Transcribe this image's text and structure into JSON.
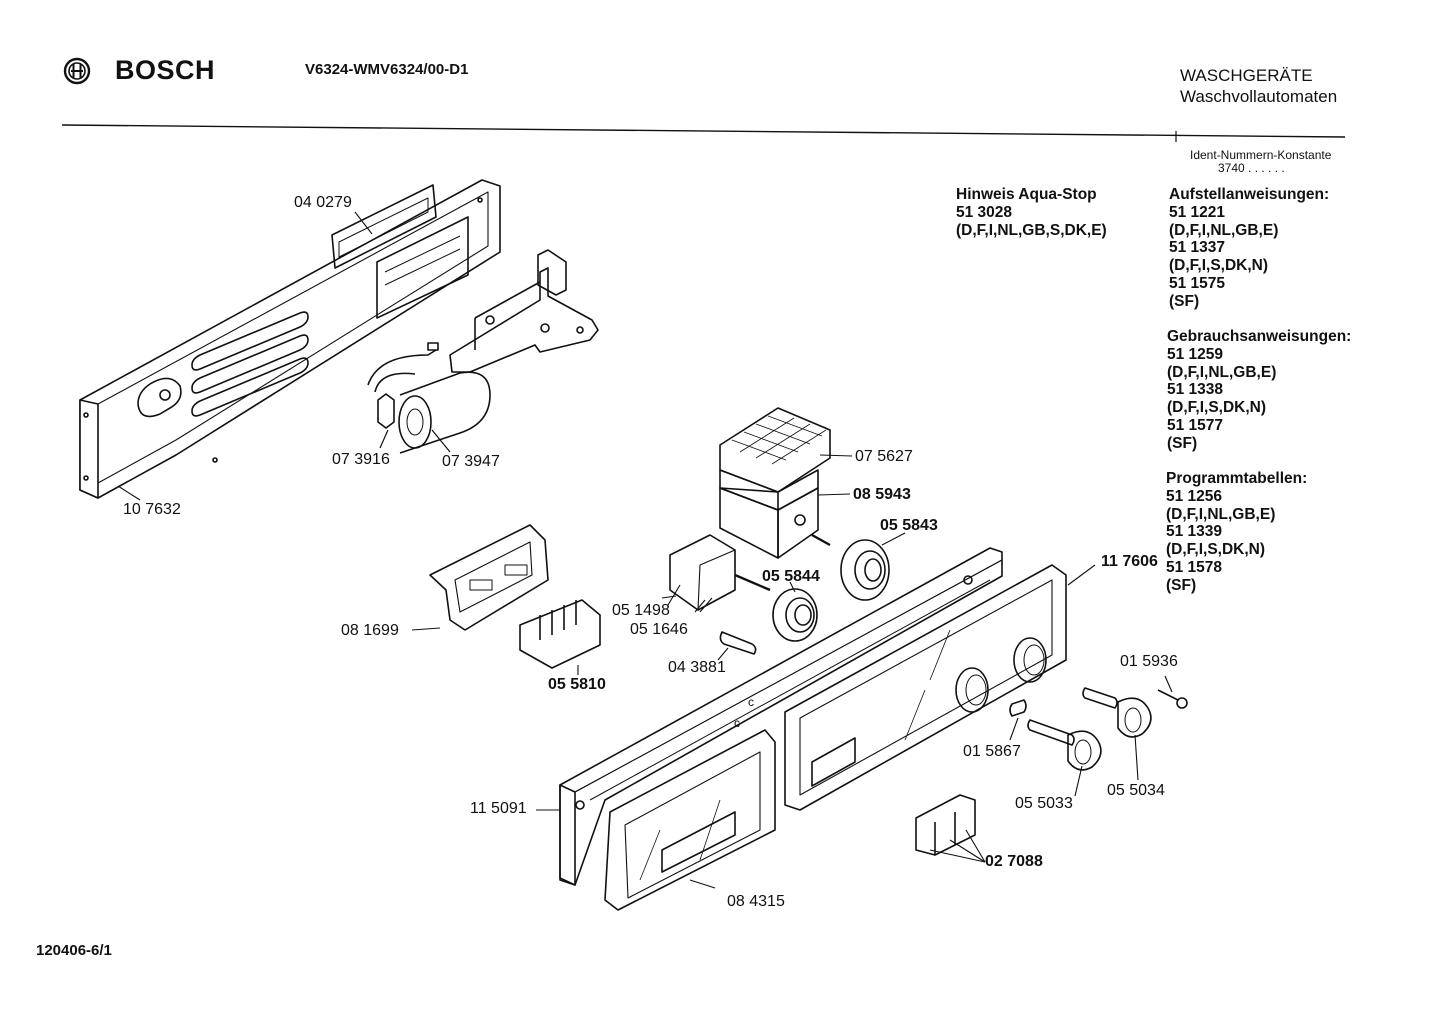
{
  "header": {
    "brand": "BOSCH",
    "model": "V6324-WMV6324/00-D1",
    "category_1": "WASCHGERÄTE",
    "category_2": "Waschvollautomaten",
    "ident_label": "Ident-Nummern-Konstante",
    "ident_value": "3740  . .    . . . ."
  },
  "aqua_stop": {
    "title": "Hinweis Aqua-Stop",
    "number": "51 3028",
    "langs": "(D,F,I,NL,GB,S,DK,E)"
  },
  "docs": [
    {
      "title": "Aufstellanweisungen:",
      "lines": [
        "51 1221",
        "(D,F,I,NL,GB,E)",
        "51 1337",
        "(D,F,I,S,DK,N)",
        "51 1575",
        "(SF)"
      ]
    },
    {
      "title": "Gebrauchsanweisungen:",
      "lines": [
        "51 1259",
        "(D,F,I,NL,GB,E)",
        "51 1338",
        "(D,F,I,S,DK,N)",
        "51 1577",
        "(SF)"
      ]
    },
    {
      "title": "Programmtabellen:",
      "lines": [
        "51 1256",
        "(D,F,I,NL,GB,E)",
        "51 1339",
        "(D,F,I,S,DK,N)",
        "51 1578",
        "(SF)"
      ]
    }
  ],
  "parts": {
    "p040279": "04 0279",
    "p107632": "10 7632",
    "p073916": "07 3916",
    "p073947": "07 3947",
    "p075627": "07 5627",
    "p085943": "08 5943",
    "p055843": "05 5843",
    "p055844": "05 5844",
    "p051498": "05 1498",
    "p051646": "05 1646",
    "p081699": "08 1699",
    "p055810": "05 5810",
    "p043881": "04 3881",
    "p117606": "11 7606",
    "p015936": "01 5936",
    "p015867": "01 5867",
    "p055033": "05 5033",
    "p055034": "05 5034",
    "p115091": "11 5091",
    "p084315": "08 4315",
    "p027088": "02 7088"
  },
  "footer": {
    "code": "120406-6/1"
  }
}
